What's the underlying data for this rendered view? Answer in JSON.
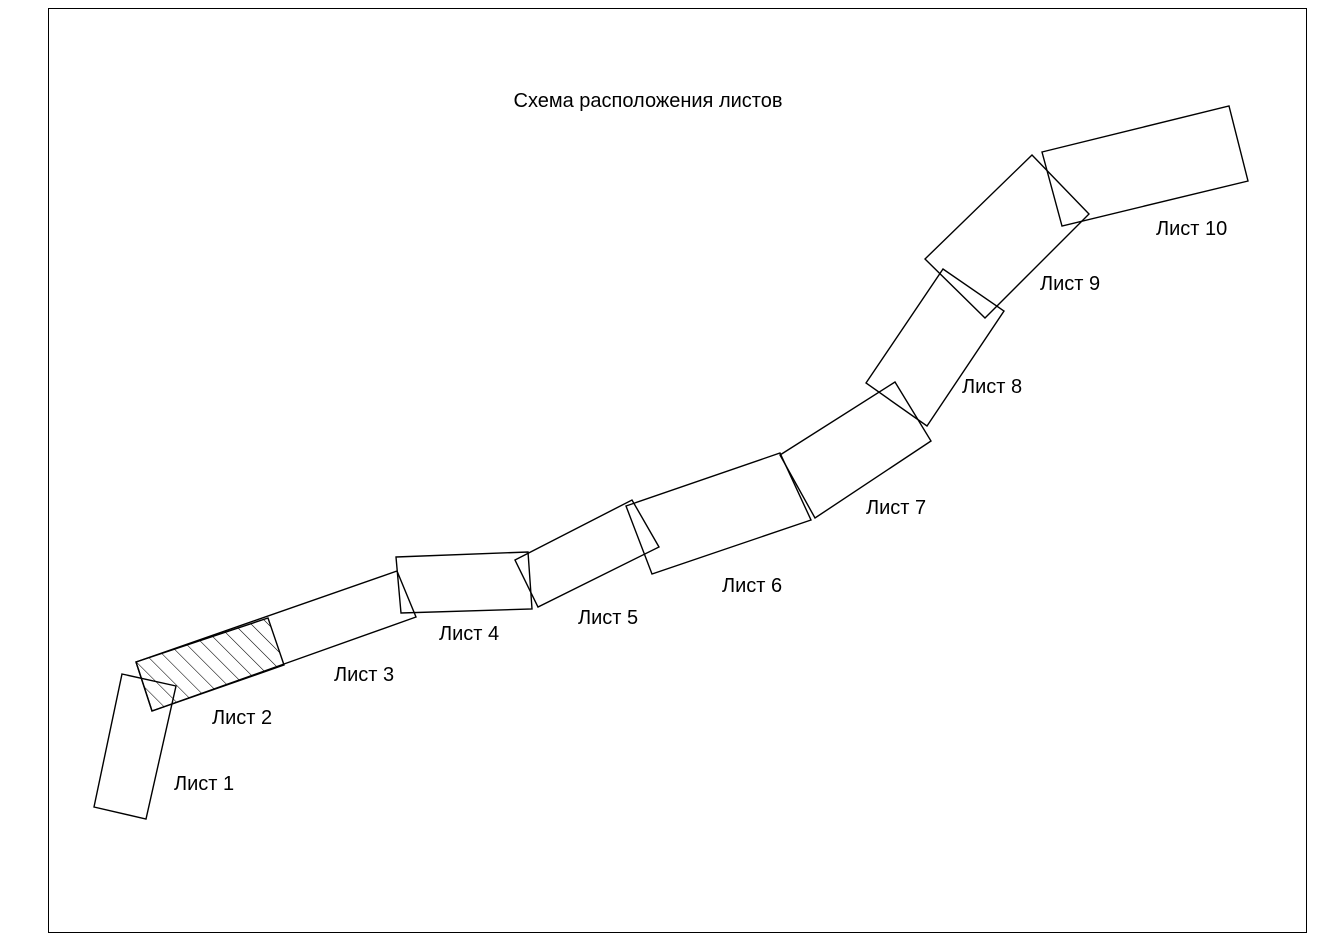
{
  "title": "Схема расположения листов",
  "sheets": [
    {
      "label": "Лист 1"
    },
    {
      "label": "Лист 2",
      "highlighted": true
    },
    {
      "label": "Лист 3"
    },
    {
      "label": "Лист 4"
    },
    {
      "label": "Лист 5"
    },
    {
      "label": "Лист 6"
    },
    {
      "label": "Лист 7"
    },
    {
      "label": "Лист 8"
    },
    {
      "label": "Лист 9"
    },
    {
      "label": "Лист 10"
    }
  ],
  "colors": {
    "stroke": "#000000",
    "background": "#ffffff",
    "hatch": "#000000"
  }
}
